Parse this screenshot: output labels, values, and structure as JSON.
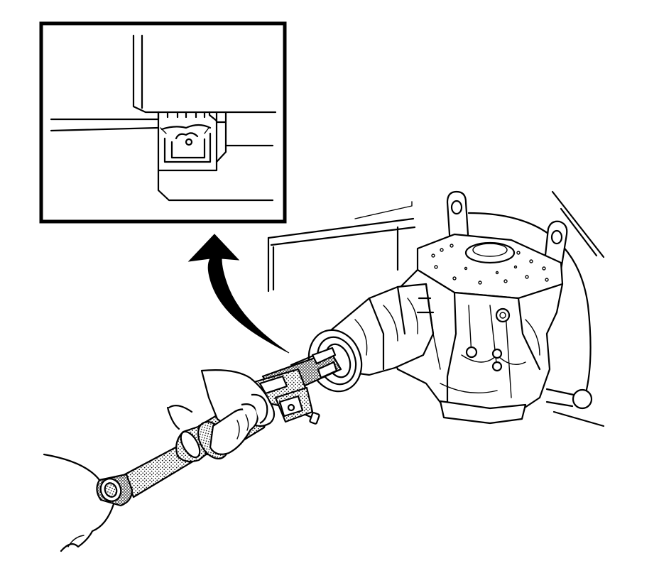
{
  "illustration": {
    "colors": {
      "line": "#000000",
      "background": "#ffffff",
      "stipple": "#000000"
    },
    "parts": [
      "detail-inset",
      "direction-arrow",
      "differential-housing",
      "axle-tube",
      "seal-installer-tool",
      "driver-handle",
      "technician-hand"
    ]
  }
}
